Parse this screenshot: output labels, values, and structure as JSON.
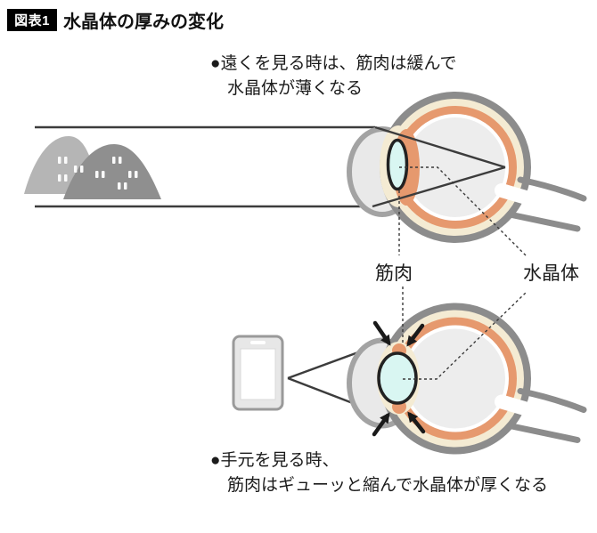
{
  "header": {
    "badge_label": "図表1",
    "title": "水晶体の厚みの変化"
  },
  "annotation_far": {
    "line1": "●遠くを見る時は、筋肉は緩んで",
    "line2": "水晶体が薄くなる"
  },
  "annotation_near": {
    "line1": "●手元を見る時、",
    "line2": "筋肉はギューッと縮んで水晶体が厚くなる"
  },
  "labels": {
    "muscle": "筋肉",
    "lens": "水晶体"
  },
  "colors": {
    "badge_bg": "#000000",
    "text": "#1b1b1b",
    "sclera_gray": "#8c8c8c",
    "cornea_gray": "#a3a3a3",
    "retina_cream": "#f4ebd3",
    "choroid_orange": "#e6996e",
    "eye_interior": "#ededed",
    "lens_cyan": "#d9f6f2",
    "mountain_light": "#b5b5b5",
    "mountain_dark": "#8f8f8f",
    "ray_line": "#3c3c3c"
  }
}
